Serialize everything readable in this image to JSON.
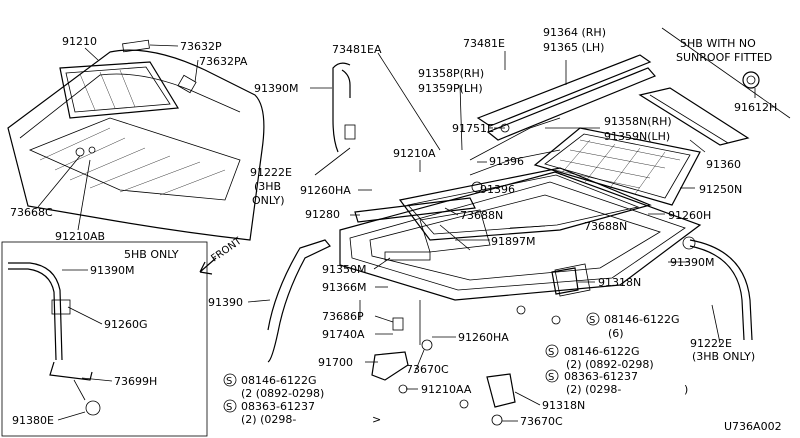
{
  "colors": {
    "ink": "#000000",
    "paper": "#ffffff"
  },
  "labels": {
    "p91210": "91210",
    "p73632P": "73632P",
    "p73632PA": "73632PA",
    "p73481EA": "73481EA",
    "p73481E": "73481E",
    "p91364": "91364 (RH)",
    "p91365": "91365 (LH)",
    "p91358P": "91358P(RH)",
    "p91359P": "91359P(LH)",
    "p91390M_top": "91390M",
    "p91751E": "91751E",
    "p91358N": "91358N(RH)",
    "p91359N": "91359N(LH)",
    "p91396a": "91396",
    "p91396b": "91396",
    "p91210A": "91210A",
    "p91222E_left": "91222E",
    "p3hb_left1": "(3HB",
    "p3hb_left2": "ONLY)",
    "p91260HA_top": "91260HA",
    "p91280": "91280",
    "p73688N_a": "73688N",
    "p73688N_b": "73688N",
    "p91897M": "91897M",
    "p91250N": "91250N",
    "p91260H": "91260H",
    "p91360": "91360",
    "p91612H": "91612H",
    "p5hb_nosun1": "5HB WITH NO",
    "p5hb_nosun2": "SUNROOF FITTED",
    "p73668C": "73668C",
    "p91210AB": "91210AB",
    "front": "FRONT",
    "p5hb_only": "5HB ONLY",
    "p91390M_inset": "91390M",
    "p91260G": "91260G",
    "p73699H": "73699H",
    "p91380E": "91380E",
    "p91390": "91390",
    "p91350M": "91350M",
    "p91366M": "91366M",
    "p73686P": "73686P",
    "p91740A": "91740A",
    "p91260HA_bottom": "91260HA",
    "p91318N_a": "91318N",
    "p91318N_b": "91318N",
    "p91390M_right": "91390M",
    "p08146_6": "08146-6122G",
    "p08146_6q": "(6)",
    "p08146_2": "08146-6122G",
    "p08146_2q": "(2)   (0892-0298)",
    "p08363_a": "08363-61237",
    "p08363_aq": "(2)   (0298-",
    "p08363_aq2": ")",
    "p91222E_right": "91222E",
    "p3hb_right": "(3HB ONLY)",
    "p91700": "91700",
    "p73670C_a": "73670C",
    "p73670C_b": "73670C",
    "p91210AA": "91210AA",
    "p08146_bl": "08146-6122G",
    "p08146_blq": "(2   (0892-0298)",
    "p08363_bl": "08363-61237",
    "p08363_blq": "(2)  (0298-",
    "p08363_blq2": ">",
    "circle_s": "S",
    "code": "U736A002"
  }
}
